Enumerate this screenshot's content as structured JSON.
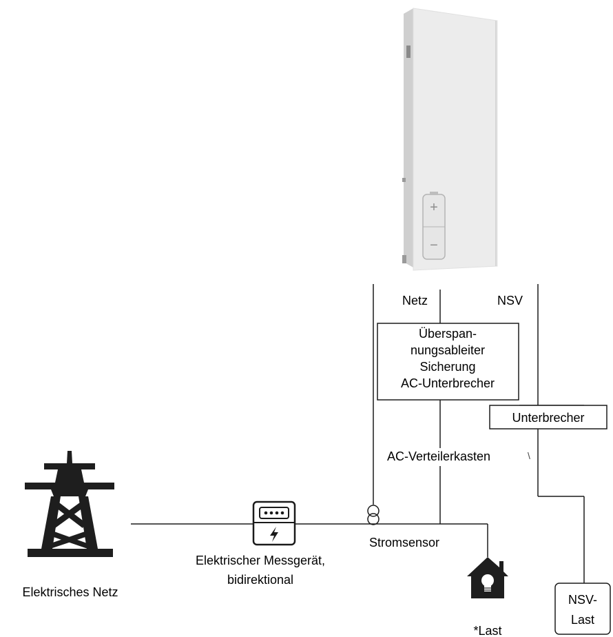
{
  "labels": {
    "grid_line_label": "Netz",
    "backup_line_label": "NSV",
    "protection_box_line1": "Überspan-",
    "protection_box_line2": "nungsableiter",
    "protection_box_line3": "Sicherung",
    "protection_box_line4": "AC-Unterbrecher",
    "breaker_box": "Unterbrecher",
    "distribution_box": "AC-Verteilerkasten",
    "current_sensor": "Stromsensor",
    "meter_line1": "Elektrischer Messgerät,",
    "meter_line2": "bidirektional",
    "utility_grid": "Elektrisches Netz",
    "backup_load_line1": "NSV-",
    "backup_load_line2": "Last",
    "load": "*Last",
    "stray_mark": "\\"
  },
  "battery": {
    "plus_symbol": "+",
    "minus_symbol": "−"
  },
  "colors": {
    "line": "#1a1a1a",
    "cabinet_face": "#ececec",
    "cabinet_side": "#d9d9d9",
    "icon_fill": "#1e1e1e"
  }
}
